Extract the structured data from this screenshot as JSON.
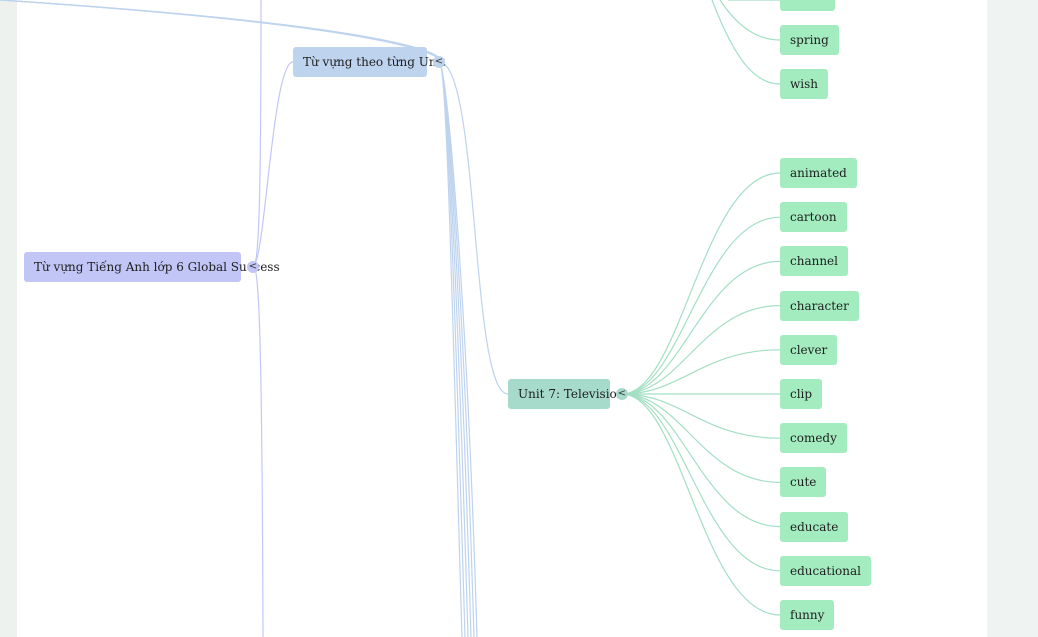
{
  "root": {
    "label": "Từ vựng Tiếng Anh lớp 6 Global Success",
    "toggle": "<"
  },
  "branch": {
    "label": "Từ vựng theo từng Unit",
    "toggle": "<"
  },
  "unit": {
    "label": "Unit 7: Television",
    "toggle": "<"
  },
  "upper_leaves": [
    "spring",
    "wish"
  ],
  "leaves": [
    "animated",
    "cartoon",
    "channel",
    "character",
    "clever",
    "clip",
    "comedy",
    "cute",
    "educate",
    "educational",
    "funny"
  ],
  "colors": {
    "root": "#c2c6f7",
    "branch": "#bed3ee",
    "unit": "#a6dacb",
    "leaf": "#a3ecc0",
    "edge_root": "#c2c6f7",
    "edge_branch": "#bed3ee",
    "edge_leaf": "#a3dfc3"
  }
}
